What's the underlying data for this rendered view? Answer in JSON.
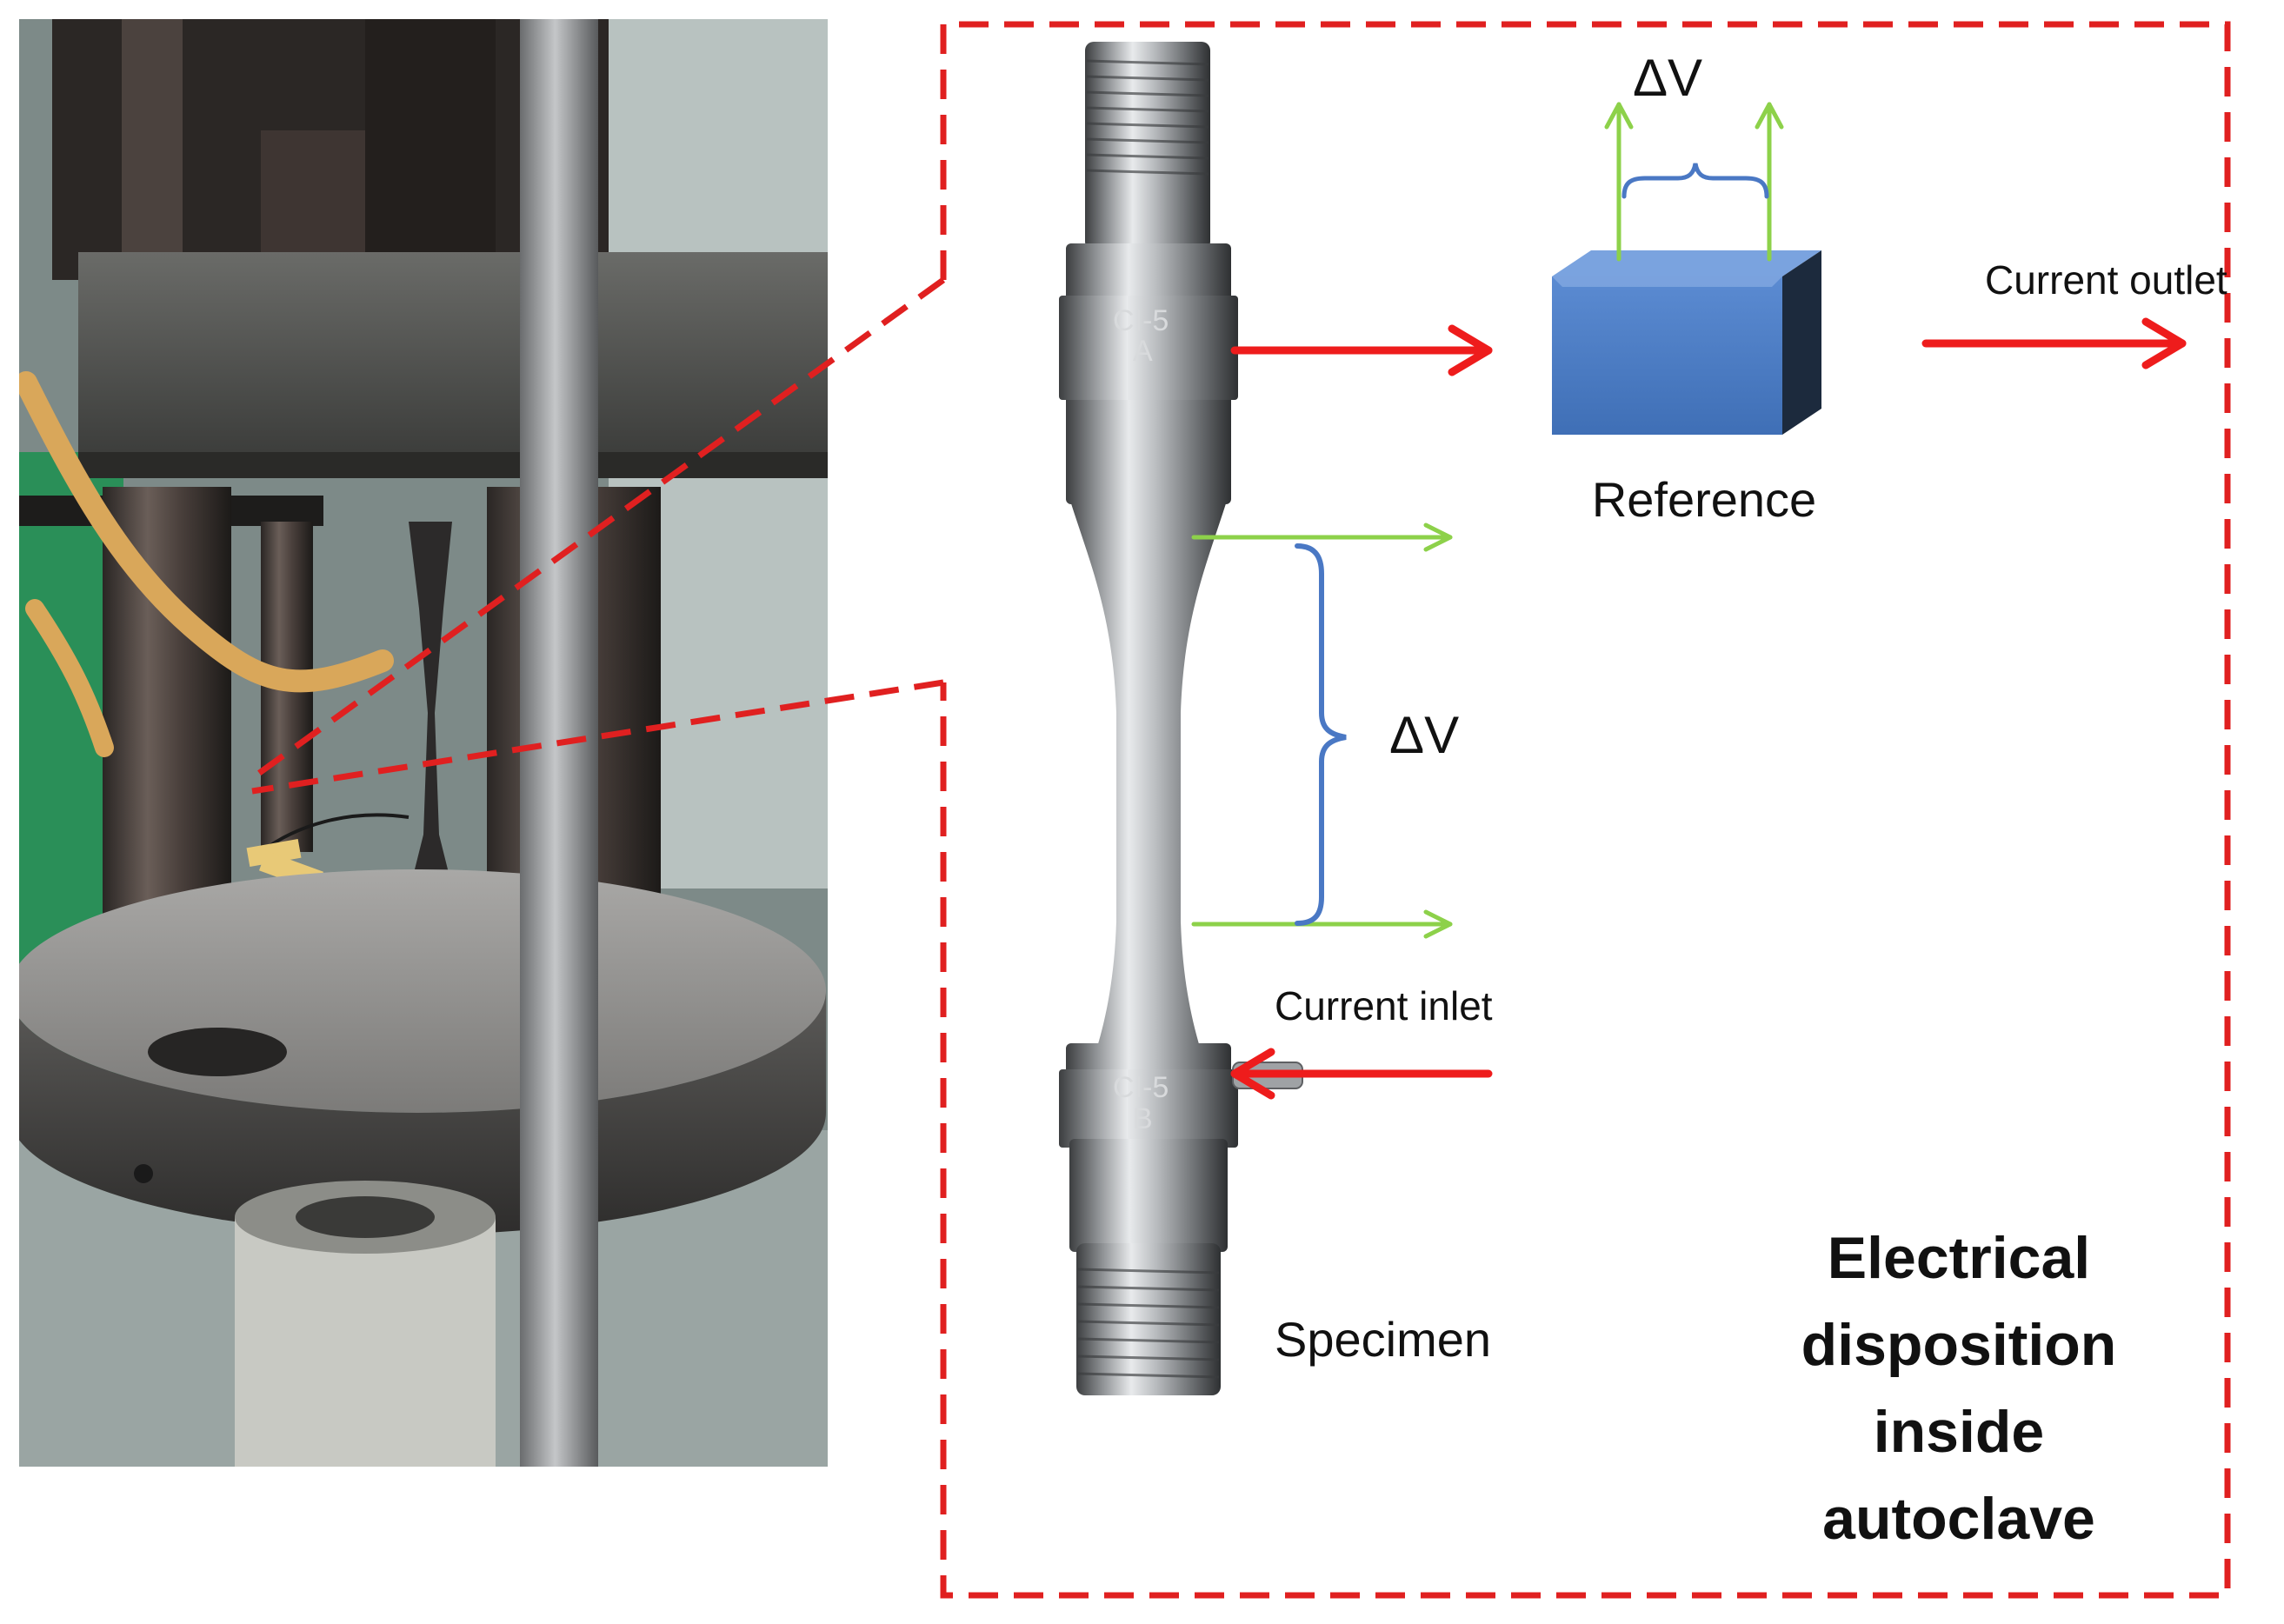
{
  "figure": {
    "labels": {
      "reference": "Reference",
      "specimen": "Specimen",
      "current_outlet": "Current outlet",
      "current_inlet": "Current inlet",
      "delta_v_top": "ΔV",
      "delta_v_side": "ΔV",
      "caption_lines": [
        "Electrical",
        "disposition",
        "inside",
        "autoclave"
      ]
    },
    "specimen_markings": {
      "upper": [
        "CI-5",
        "A"
      ],
      "lower": [
        "CI-5",
        "B"
      ]
    },
    "colors": {
      "current_arrow": "#ee1c1c",
      "potential_arrow": "#8dd14a",
      "bracket": "#4a78c4",
      "frame_dash": "#e02020",
      "reference_block": "#4f80c8"
    }
  }
}
